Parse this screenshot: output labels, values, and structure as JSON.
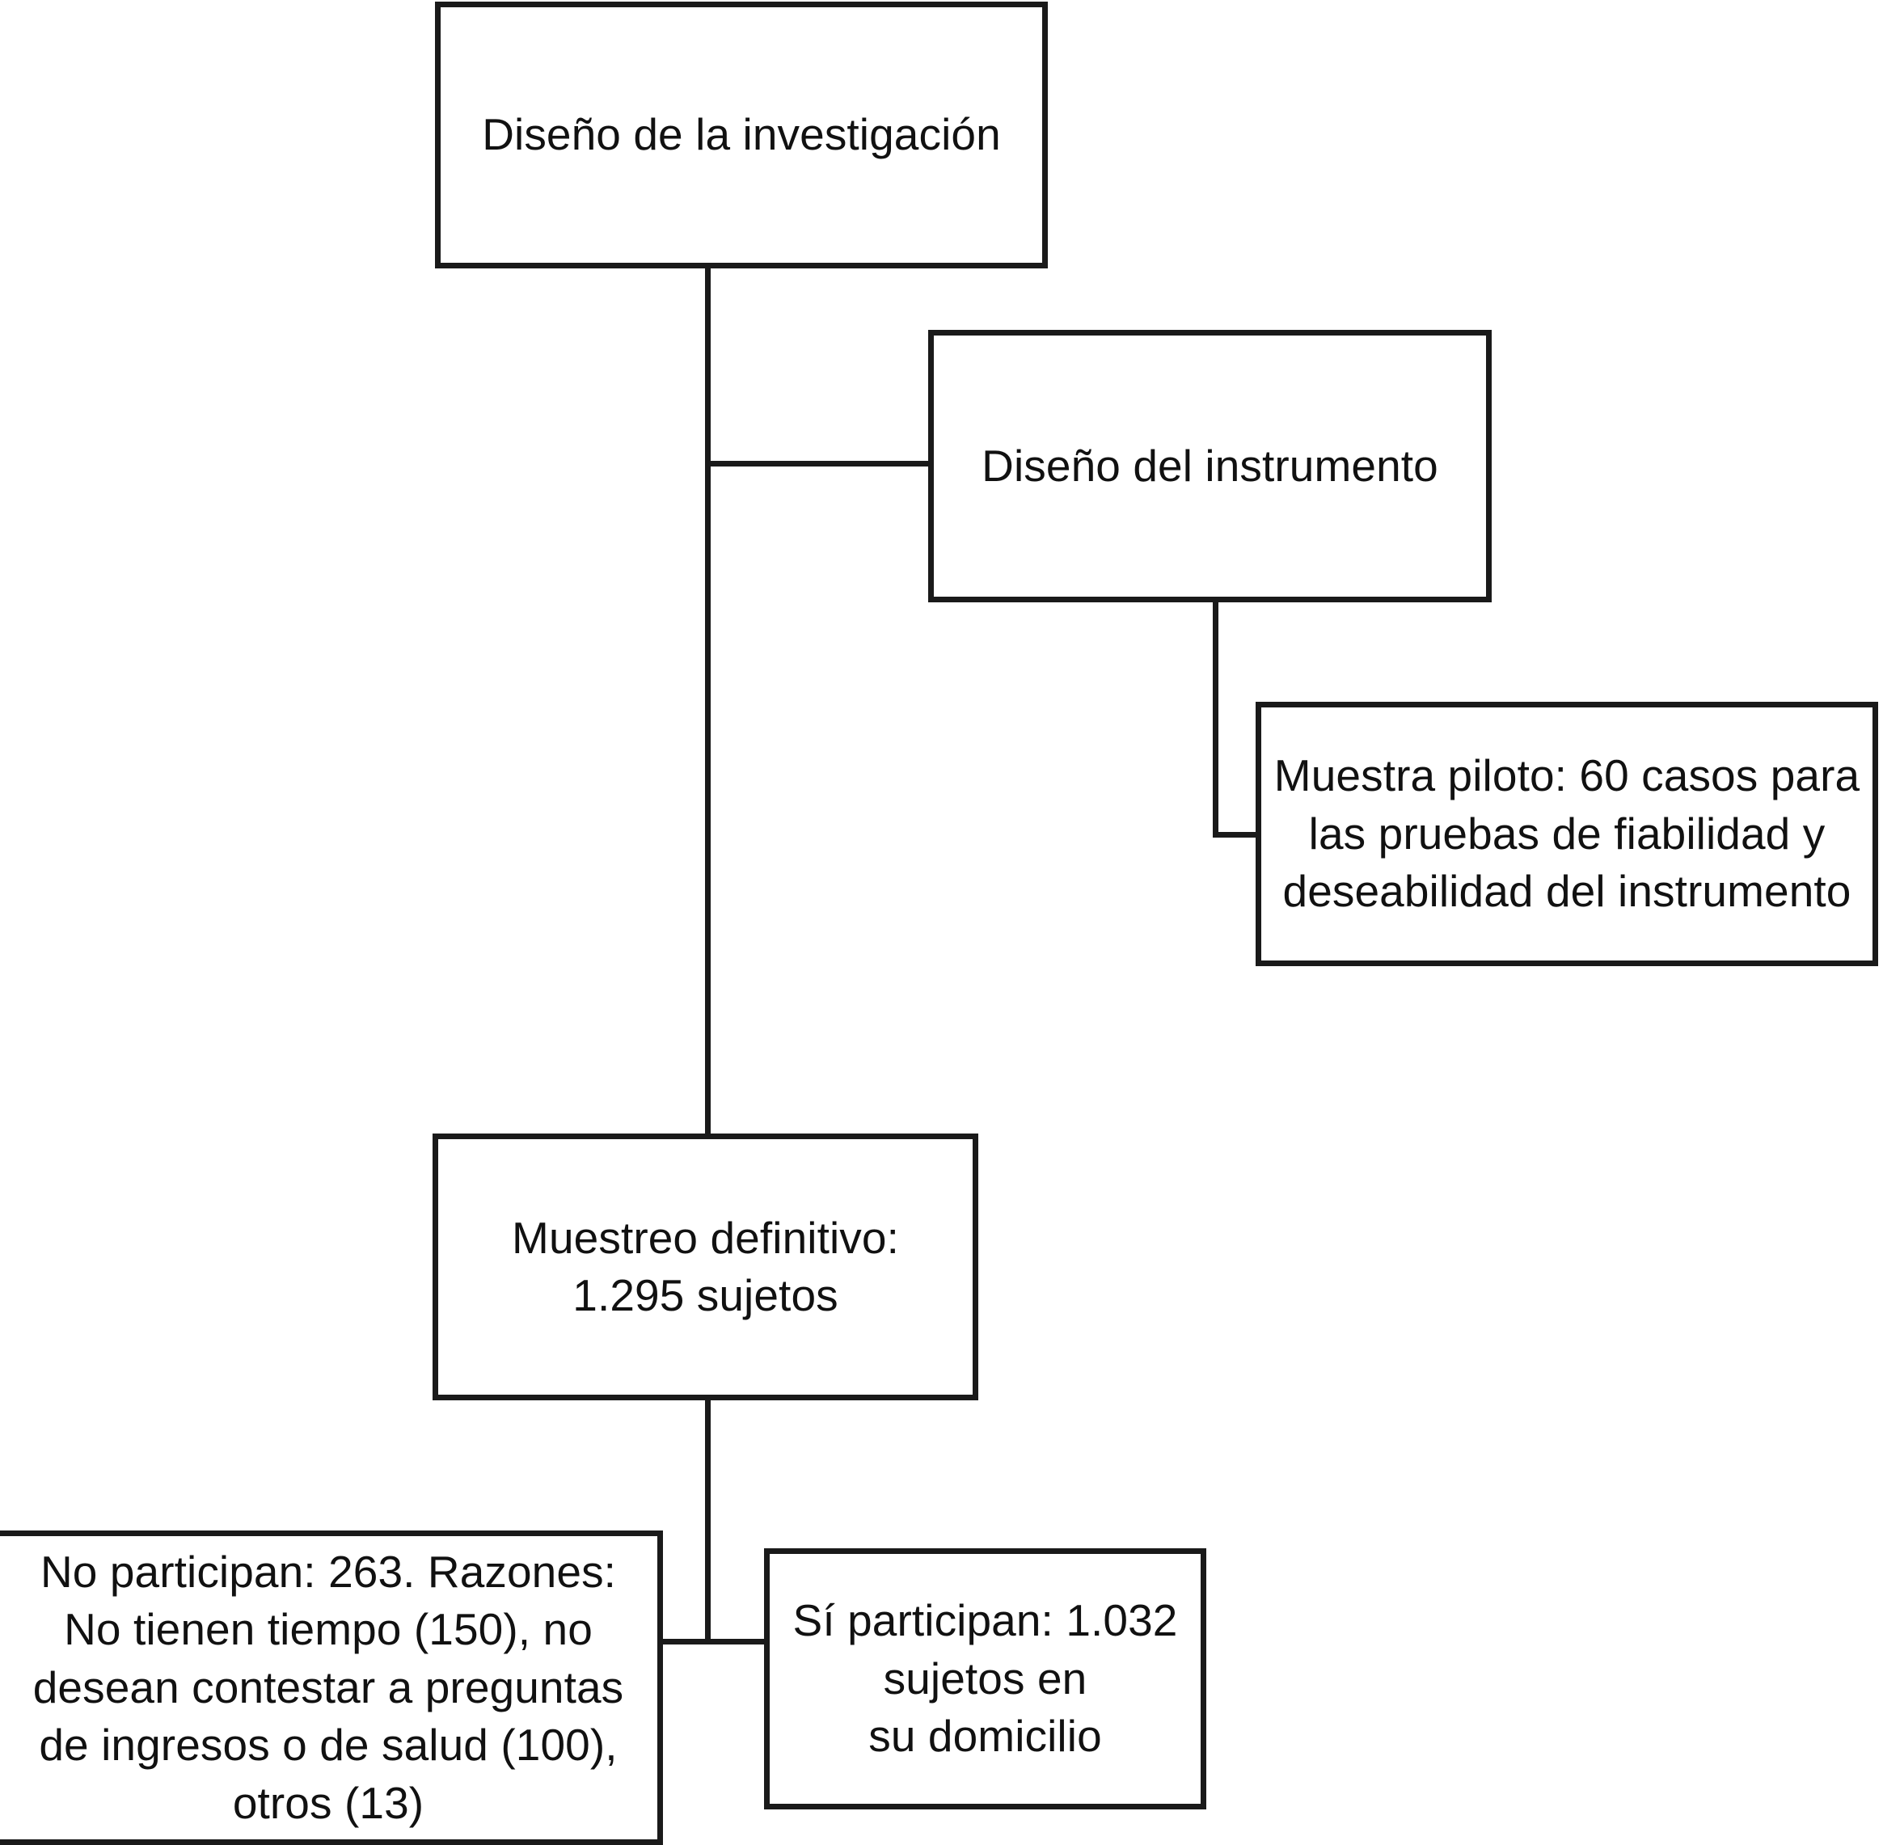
{
  "diagram": {
    "title": "Diagrama de flujo del diseno de la investigacion",
    "type": "flowchart",
    "orientation": "vertical",
    "line_color": "#1a1a1a",
    "box_fill": "#ffffff",
    "text_color": "#111111",
    "nodes": [
      {
        "id": "research-design",
        "label": "Diseño de la investigación"
      },
      {
        "id": "instrument-design",
        "label": "Diseño del instrumento"
      },
      {
        "id": "pilot-sample",
        "label": "Muestra piloto: 60 casos para\nlas pruebas de fiabilidad y\ndeseabilidad del instrumento"
      },
      {
        "id": "final-sampling",
        "label": "Muestreo definitivo:\n1.295 sujetos"
      },
      {
        "id": "non-participants",
        "label": "No participan: 263. Razones:\nNo tienen tiempo (150), no\ndesean contestar a preguntas\nde ingresos o de salud (100),\notros (13)"
      },
      {
        "id": "participants",
        "label": "Sí participan: 1.032 sujetos en\nsu domicilio"
      }
    ],
    "edges": [
      {
        "id": "spine-main",
        "from": "research-design",
        "to": "final-sampling"
      },
      {
        "id": "branch-instrument",
        "from": "research-design",
        "to": "instrument-design"
      },
      {
        "id": "elbow-pilot",
        "from": "instrument-design",
        "to": "pilot-sample"
      },
      {
        "id": "spine-lower",
        "from": "final-sampling",
        "to": "bottom-junction"
      },
      {
        "id": "junction-bottom",
        "from": "final-sampling",
        "to": "non-participants"
      },
      {
        "id": "junction-bottom-right",
        "from": "final-sampling",
        "to": "participants"
      }
    ]
  }
}
